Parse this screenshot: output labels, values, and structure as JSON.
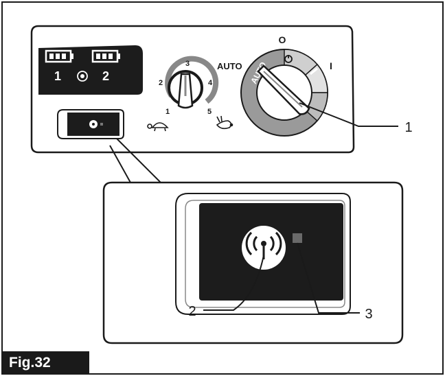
{
  "battery_panel": {
    "battery_1_label": "1",
    "battery_2_label": "2",
    "selector_icon": "battery-selector-icon"
  },
  "fan_knob": {
    "ticks": [
      "1",
      "2",
      "3",
      "4",
      "5"
    ],
    "slow_icon": "turtle-icon",
    "fast_icon": "rabbit-icon"
  },
  "mode_dial": {
    "auto_outer_label": "AUTO",
    "auto_ring_label": "AUTO",
    "top_label": "O",
    "right_label": "I"
  },
  "remote_button": {
    "icon": "antenna-signal-icon",
    "indicator": "status-led"
  },
  "callouts": [
    "1",
    "2",
    "3"
  ],
  "figure_label": "Fig.32",
  "colors": {
    "ink": "#1a1a1a",
    "panel_dark": "#1c1c1c",
    "ring_gray": "#9a9a9a",
    "light_gray": "#d8d8d8"
  }
}
